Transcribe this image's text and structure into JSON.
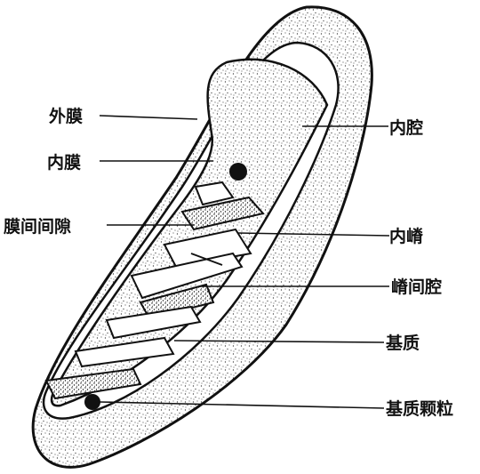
{
  "labels": {
    "outer_membrane": "外膜",
    "inner_membrane": "内膜",
    "intermembrane_space": "膜间间隙",
    "inner_cavity": "内腔",
    "cristae": "内嵴",
    "intercristal_space": "嵴间腔",
    "matrix": "基质",
    "matrix_granule": "基质颗粒"
  },
  "colors": {
    "ink": "#111111",
    "paper": "#ffffff"
  }
}
